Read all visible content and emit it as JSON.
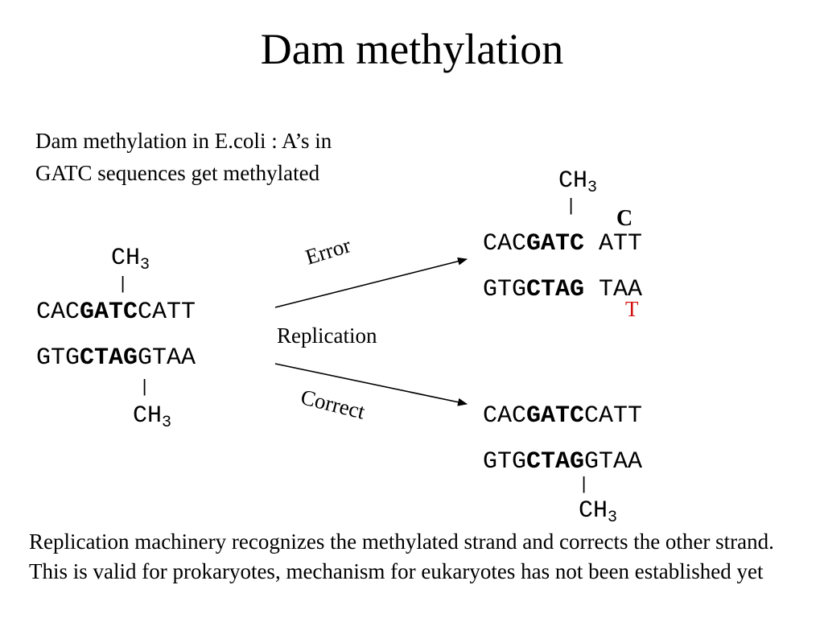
{
  "title": "Dam methylation",
  "intro": "Dam methylation in E.coli : A’s in GATC sequences get methylated",
  "methyl_group": "CH",
  "methyl_subscript": "3",
  "bond": "|",
  "original": {
    "top_prefix": "CAC",
    "top_site": "GATC",
    "top_suffix": "CATT",
    "bottom_prefix": "GTG",
    "bottom_site": "CTAG",
    "bottom_suffix": "GTAA"
  },
  "arrows": {
    "error_label": "Error",
    "correct_label": "Correct",
    "replication_label": "Replication"
  },
  "error_product": {
    "top_prefix": "CAC",
    "top_site": "GATC",
    "top_suffix": " ATT",
    "bottom_prefix": "GTG",
    "bottom_site": "CTAG",
    "bottom_suffix": " TAA",
    "inserted_top": "C",
    "inserted_bottom": "T",
    "inserted_bottom_color": "#d01010"
  },
  "correct_product": {
    "top_prefix": "CAC",
    "top_site": "GATC",
    "top_suffix": "CATT",
    "bottom_prefix": "GTG",
    "bottom_site": "CTAG",
    "bottom_suffix": "GTAA"
  },
  "caption": "Replication machinery recognizes the methylated strand and corrects the other strand. This is valid for prokaryotes, mechanism for eukaryotes has not been established yet"
}
